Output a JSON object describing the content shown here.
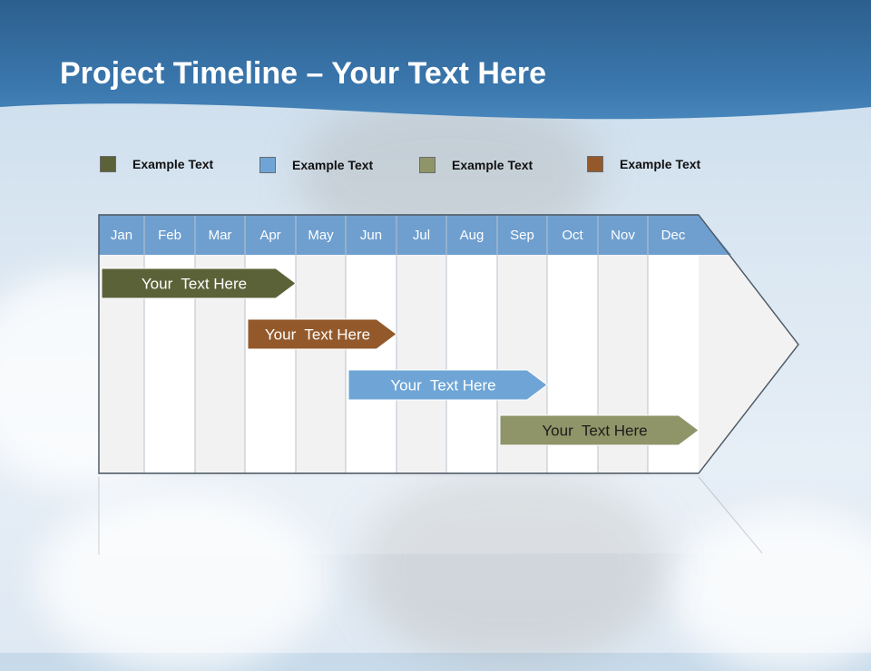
{
  "slide": {
    "title_bold": "Project Timeline",
    "title_rest": " – Your Text Here"
  },
  "legend": [
    {
      "label": "Example Text",
      "color": "#5c6238"
    },
    {
      "label": "Example Text",
      "color": "#6ea5d6"
    },
    {
      "label": "Example Text",
      "color": "#8f9568"
    },
    {
      "label": "Example Text",
      "color": "#93592b"
    }
  ],
  "timeline": {
    "months": [
      "Jan",
      "Feb",
      "Mar",
      "Apr",
      "May",
      "Jun",
      "Jul",
      "Aug",
      "Sep",
      "Oct",
      "Nov",
      "Dec"
    ],
    "header_color": "#6e9fcf",
    "tasks": [
      {
        "label": "Your  Text Here",
        "color": "#5c6238",
        "start": "Jan",
        "end": "Apr",
        "text_color": "#ffffff"
      },
      {
        "label": "Your  Text Here",
        "color": "#93592b",
        "start": "Apr",
        "end": "Jun",
        "text_color": "#ffffff"
      },
      {
        "label": "Your  Text Here",
        "color": "#6ea5d6",
        "start": "Jun",
        "end": "Sep",
        "text_color": "#ffffff"
      },
      {
        "label": "Your  Text Here",
        "color": "#8f9568",
        "start": "Sep",
        "end": "Dec",
        "text_color": "#1c1c1c"
      }
    ]
  }
}
